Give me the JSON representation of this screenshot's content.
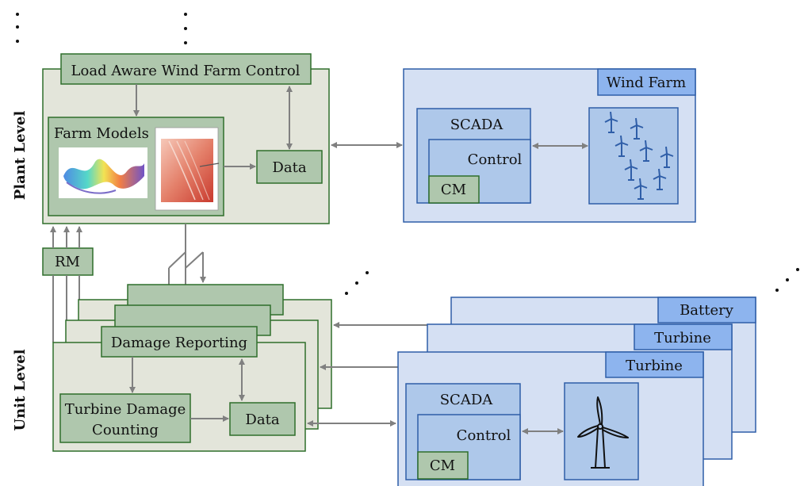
{
  "labels": {
    "plant_level": "Plant Level",
    "unit_level": "Unit Level",
    "load_aware": "Load Aware Wind Farm Control",
    "farm_models": "Farm Models",
    "data": "Data",
    "rm": "RM",
    "wind_farm": "Wind Farm",
    "scada": "SCADA",
    "control": "Control",
    "cm": "CM",
    "damage_reporting": "Damage Reporting",
    "turbine_damage_1": "Turbine Damage",
    "turbine_damage_2": "Counting",
    "battery": "Battery",
    "turbine": "Turbine"
  },
  "colors": {
    "green_panel": "#e3e5da",
    "green_box": "#afc7ad",
    "green_border": "#2f6e2b",
    "blue_panel": "#d5e0f3",
    "blue_box": "#aec8ea",
    "blue_tag": "#8db4ee",
    "blue_border": "#2f5ea8",
    "arrow": "#808080"
  }
}
